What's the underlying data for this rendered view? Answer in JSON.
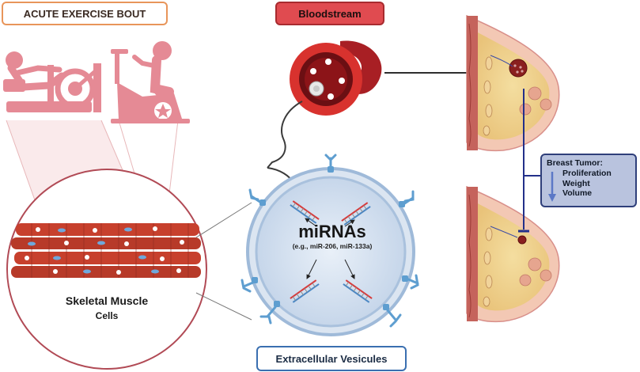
{
  "labels": {
    "exercise_bout": "ACUTE EXERCISE BOUT",
    "bloodstream": "Bloodstream",
    "extracellular_vesicles": "Extracellular Vesicules",
    "mirnas": "miRNAs",
    "mirna_examples": "(e.g., miR-206, miR-133a)",
    "skeletal_muscle": "Skeletal Muscle",
    "cells": "Cells"
  },
  "tumor_effects": {
    "title": "Breast Tumor:",
    "items": [
      "Proliferation",
      "Weight",
      "Volume"
    ]
  },
  "colors": {
    "exercise_pink": "#e58a95",
    "blood_red": "#d8322e",
    "muscle_red": "#c7402d",
    "ev_blue": "#8fb2d6",
    "tumor_box": "#b9c3de",
    "inhibition_line": "#23308a"
  },
  "icons": [
    "rowing-machine-icon",
    "exercise-bike-icon",
    "blood-vessel-icon",
    "extracellular-vesicle-icon",
    "breast-tissue-icon"
  ]
}
